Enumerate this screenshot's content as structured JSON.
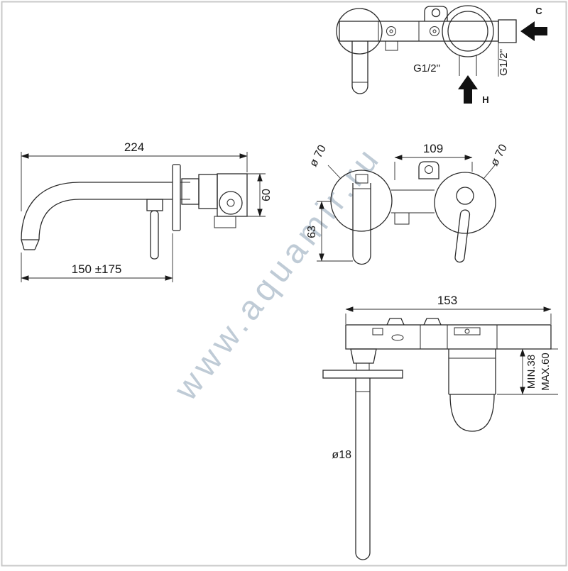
{
  "watermark": "www.aquamir.ru",
  "top_view": {
    "cold_label": "C",
    "hot_label": "H",
    "inlet_thread": "G1/2\"",
    "side_thread": "G1/2\""
  },
  "side_view": {
    "overall_width": "224",
    "spout_reach": "150 ±175",
    "body_height": "60"
  },
  "front_view": {
    "center_distance": "109",
    "left_flange_dia": "ø 70",
    "right_flange_dia": "ø 70",
    "spout_drop": "63"
  },
  "install_view": {
    "body_width": "153",
    "depth_min": "MIN.38",
    "depth_max": "MAX.60",
    "spout_dia": "ø18"
  }
}
